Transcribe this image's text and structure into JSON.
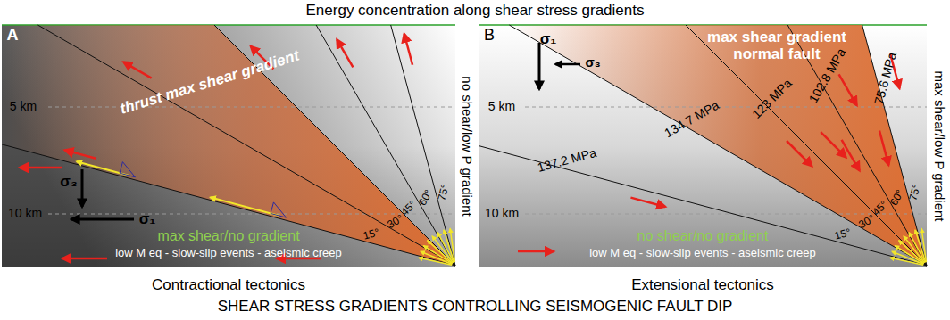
{
  "diagram": {
    "title": "Energy concentration along shear stress gradients",
    "caption": "SHEAR STRESS GRADIENTS CONTROLLING SEISMOGENIC FAULT DIP",
    "labels": [
      "A",
      "thrust max shear gradient",
      "5 km",
      "σ₃",
      "σ₁",
      "75°",
      "60°",
      "45°",
      "30°",
      "15°",
      "10 km",
      "max shear/no gradient",
      "low M eq - slow-slip events - aseismic creep",
      "no shear/low P gradient",
      "B",
      "σ₁",
      "σ₃",
      "max shear gradient normal fault",
      "5 km",
      "137.2 MPa",
      "134.7 MPa",
      "123 MPa",
      "102.8 MPa",
      "75.6 MPa",
      "75°",
      "60°",
      "45°",
      "30°",
      "15°",
      "10 km",
      "no shear/no gradient",
      "low M eq - slow-slip events - aseismic creep",
      "max shear/low P gradient",
      "Contractional tectonics",
      "Extensional tectonics"
    ]
  }
}
